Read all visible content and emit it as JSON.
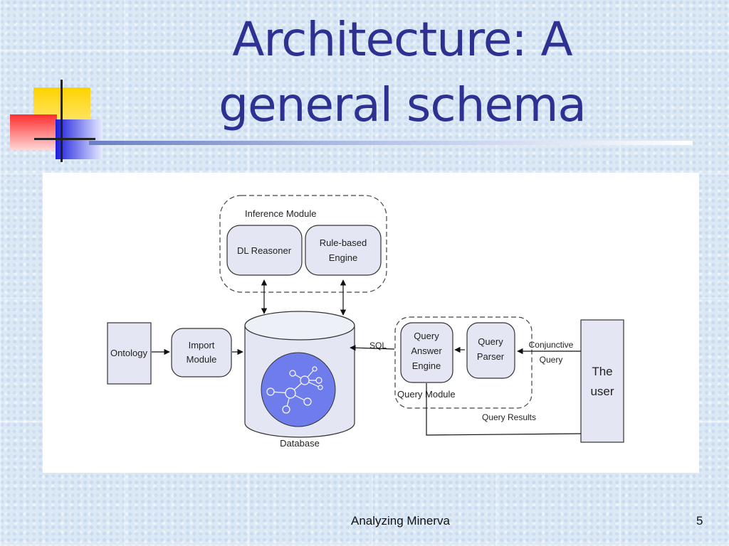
{
  "slide": {
    "title_line1": "Architecture: A",
    "title_line2": "general schema",
    "footer": "Analyzing Minerva",
    "page_number": "5"
  },
  "colors": {
    "title": "#2e3192",
    "box_fill": "#e4e7f3",
    "database_graph_fill": "#6f7dec"
  },
  "diagram": {
    "inference_module": "Inference Module",
    "dl_reasoner": "DL Reasoner",
    "rule_based_engine": [
      "Rule-based",
      "Engine"
    ],
    "ontology": "Ontology",
    "import_module": [
      "Import",
      "Module"
    ],
    "database": "Database",
    "sql": "SQL",
    "query_answer_engine": [
      "Query",
      "Answer",
      "Engine"
    ],
    "query_parser": [
      "Query",
      "Parser"
    ],
    "query_module": "Query Module",
    "conjunctive_query": [
      "Conjunctive",
      "Query"
    ],
    "the_user": [
      "The",
      "user"
    ],
    "query_results": "Query Results"
  }
}
